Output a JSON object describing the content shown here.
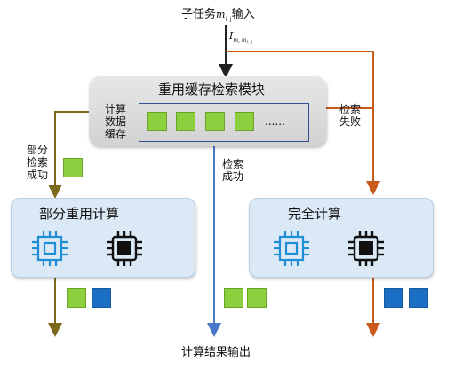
{
  "input_label": "子任务",
  "input_symbol_base": "m",
  "input_symbol_sub": "i, j",
  "input_suffix": "输入",
  "intermediate_symbol_base": "I",
  "intermediate_symbol_sub": "m, m",
  "intermediate_symbol_subsub": "i, j",
  "cache_title": "重用缓存检索模块",
  "cache_data_label": "计算\n数据\n缓存",
  "cache_ellipsis": "......",
  "search_fail_label": "检索\n失败",
  "partial_success_label": "部分\n检索\n成功",
  "search_success_label": "检索\n成功",
  "partial_reuse_title": "部分重用计算",
  "full_compute_title": "完全计算",
  "output_label": "计算结果输出",
  "colors": {
    "green": "#8ccf3f",
    "blue": "#1a6fc4",
    "olive_arrow": "#7a6a1a",
    "orange_arrow": "#c95a1a",
    "blue_arrow": "#4a78c8",
    "chip_blue": "#1e8fd6",
    "chip_black": "#111111"
  },
  "icons": [
    "blue-chip-icon",
    "black-chip-icon"
  ]
}
